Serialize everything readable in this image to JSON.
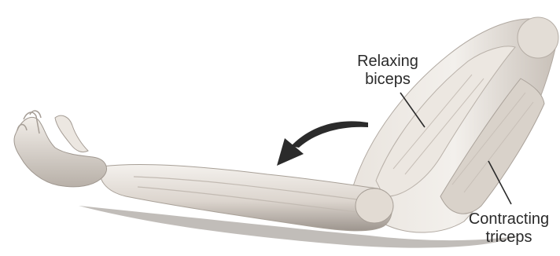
{
  "labels": {
    "biceps_line1": "Relaxing",
    "biceps_line2": "biceps",
    "triceps_line1": "Contracting",
    "triceps_line2": "triceps"
  },
  "colors": {
    "skin_light": "#eeeae5",
    "skin_mid": "#d8d2cb",
    "skin_shadow": "#a9a19a",
    "arrow": "#2b2b2b",
    "label_text": "#2a2a2a"
  },
  "icons": {
    "motion_arrow": "curved-arrow-left-icon"
  }
}
